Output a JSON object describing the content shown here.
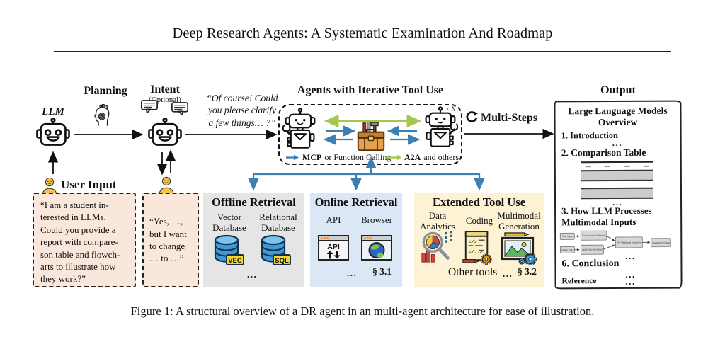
{
  "header": {
    "title": "Deep Research Agents: A Systematic Examination And Roadmap"
  },
  "caption": "Figure 1: A structural overview of a DR agent in an multi-agent architecture for ease of illustration.",
  "pipeline": {
    "llm": "LLM",
    "planning": "Planning",
    "intent": "Intent",
    "intent_optional": "(Optional)",
    "clarify_quote": "“Of course! Could\nyou please clarify\na few things… ?”",
    "multi_steps": "Multi-Steps"
  },
  "agents": {
    "title": "Agents with Iterative Tool Use",
    "n_label": "× N",
    "legend_mcp_bold": "MCP",
    "legend_mcp_rest": "or Function Calling",
    "legend_a2a_bold": "A2A",
    "legend_a2a_rest": "and others"
  },
  "user_input": {
    "label": "User Input",
    "quote": "“I am a student in-\nterested in LLMs.\nCould you provide a\nreport with compare-\nson table and flowch-\narts to illustrate how\nthey work?”",
    "revision_quote": "“Yes, …,\nbut I want\nto change\n… to …”"
  },
  "offline": {
    "title": "Offline Retrieval",
    "vector_label": "Vector\nDatabase",
    "relational_label": "Relational\nDatabase",
    "vector_badge": "VEC",
    "relational_badge": "SQL",
    "ellipsis": "..."
  },
  "online": {
    "title": "Online Retrieval",
    "api_label": "API",
    "browser_label": "Browser",
    "api_icon_text": "API",
    "ellipsis": "...",
    "section": "§ 3.1"
  },
  "extended": {
    "title": "Extended Tool Use",
    "analytics_label": "Data\nAnalytics",
    "coding_label": "Coding",
    "multimodal_label": "Multimodal\nGeneration",
    "other_tools": "Other tools",
    "ellipsis": "...",
    "section": "§ 3.2"
  },
  "output": {
    "label": "Output",
    "doc_title": "Large Language Models\nOverview",
    "s1": "1. Introduction",
    "s2": "2. Comparison Table",
    "s3": "3. How LLM Processes\nMultimodal Inputs",
    "s6": "6. Conclusion",
    "reference": "Reference",
    "ellipsis": "...",
    "flow": {
      "text_input": "Text Input",
      "text_tok": "Text Tokenization & Embedding",
      "image_input": "Image Input",
      "image_enc": "Image Encoding (vision features)",
      "gpt4": "GPT-4 Multimodal Transformer",
      "gen_out": "Generated Text Output"
    }
  },
  "colors": {
    "user_box_bg": "#f8e7da",
    "offline_bg": "#e5e5e5",
    "online_bg": "#dbe7f4",
    "extended_bg": "#fdf3d4",
    "mcp_arrow_blue": "#3b7fb5",
    "a2a_arrow_green": "#a3c84d",
    "db_blue": "#3f98d9",
    "badge_yellow": "#f7d627",
    "person_yellow": "#f3c14b",
    "toolbox_orange": "#e8a04b"
  }
}
